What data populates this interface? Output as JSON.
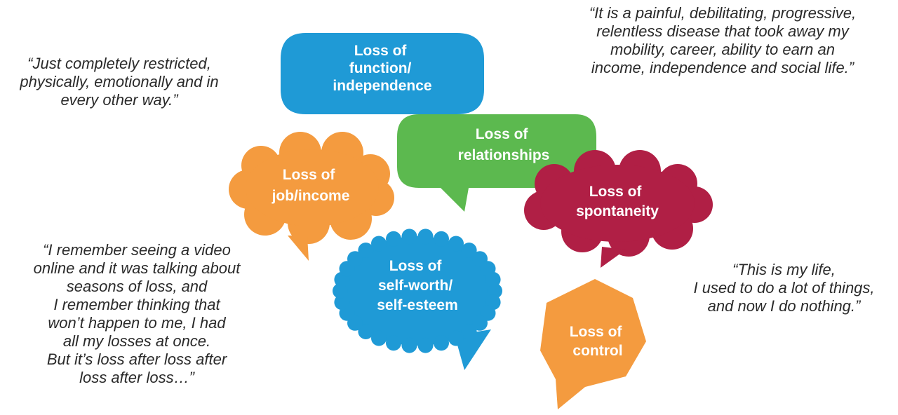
{
  "colors": {
    "blue": "#1f9ad6",
    "green": "#5cb94f",
    "orange": "#f49b3f",
    "crimson": "#b01f45",
    "quote_text": "#2a2a2a"
  },
  "bubbles": [
    {
      "lines": [
        "Loss of",
        "function/",
        "independence"
      ],
      "color": "blue"
    },
    {
      "lines": [
        "Loss of",
        "relationships"
      ],
      "color": "green"
    },
    {
      "lines": [
        "Loss of",
        "job/income"
      ],
      "color": "orange"
    },
    {
      "lines": [
        "Loss of",
        "spontaneity"
      ],
      "color": "crimson"
    },
    {
      "lines": [
        "Loss of",
        "self-worth/",
        "self-esteem"
      ],
      "color": "blue"
    },
    {
      "lines": [
        "Loss of",
        "control"
      ],
      "color": "orange"
    }
  ],
  "quotes": [
    {
      "lines": [
        "“Just completely restricted,",
        "physically, emotionally and in",
        "every other way.”"
      ]
    },
    {
      "lines": [
        "“It is a painful, debilitating, progressive,",
        "relentless disease that took away my",
        "mobility, career, ability to earn an",
        "income, independence and social life.”"
      ]
    },
    {
      "lines": [
        "“I remember seeing a video",
        "online and it was talking about",
        "seasons of loss, and",
        "I remember thinking that",
        "won’t happen to me, I had",
        "all my losses at once.",
        "But it’s loss after loss after",
        "loss after loss…”"
      ]
    },
    {
      "lines": [
        "“This is my life,",
        "I used to do a lot of things,",
        "and now I do nothing.”"
      ]
    }
  ]
}
